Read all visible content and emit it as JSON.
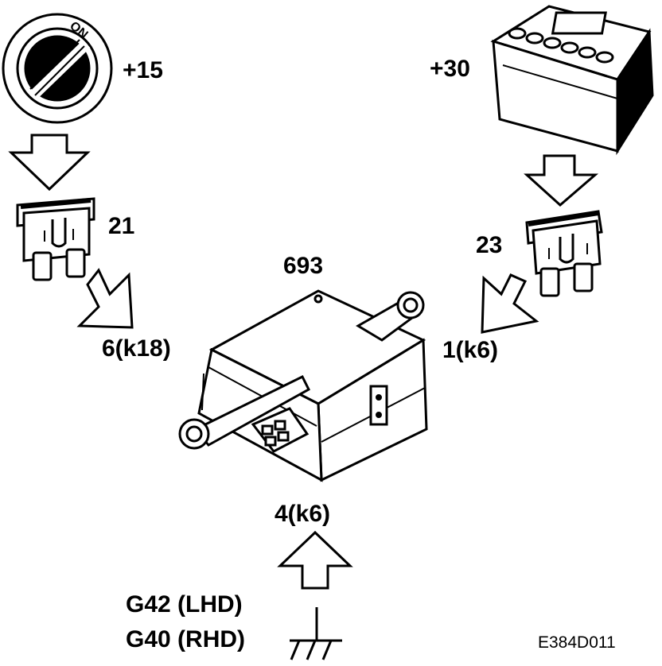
{
  "labels": {
    "ignition_terminal": "+15",
    "battery_terminal": "+30",
    "fuse_left": "21",
    "fuse_right": "23",
    "control_unit": "693",
    "pin_left": "6(k18)",
    "pin_right": "1(k6)",
    "pin_ground": "4(k6)",
    "ground_lhd": "G42 (LHD)",
    "ground_rhd": "G40 (RHD)",
    "ignition_on": "ON"
  },
  "figure_code": "E384D011",
  "colors": {
    "line": "#000000",
    "background": "#ffffff"
  },
  "icons": [
    "ignition-switch-icon",
    "battery-icon",
    "fuse-icon",
    "control-unit-icon",
    "ground-symbol-icon",
    "arrow-icon"
  ]
}
